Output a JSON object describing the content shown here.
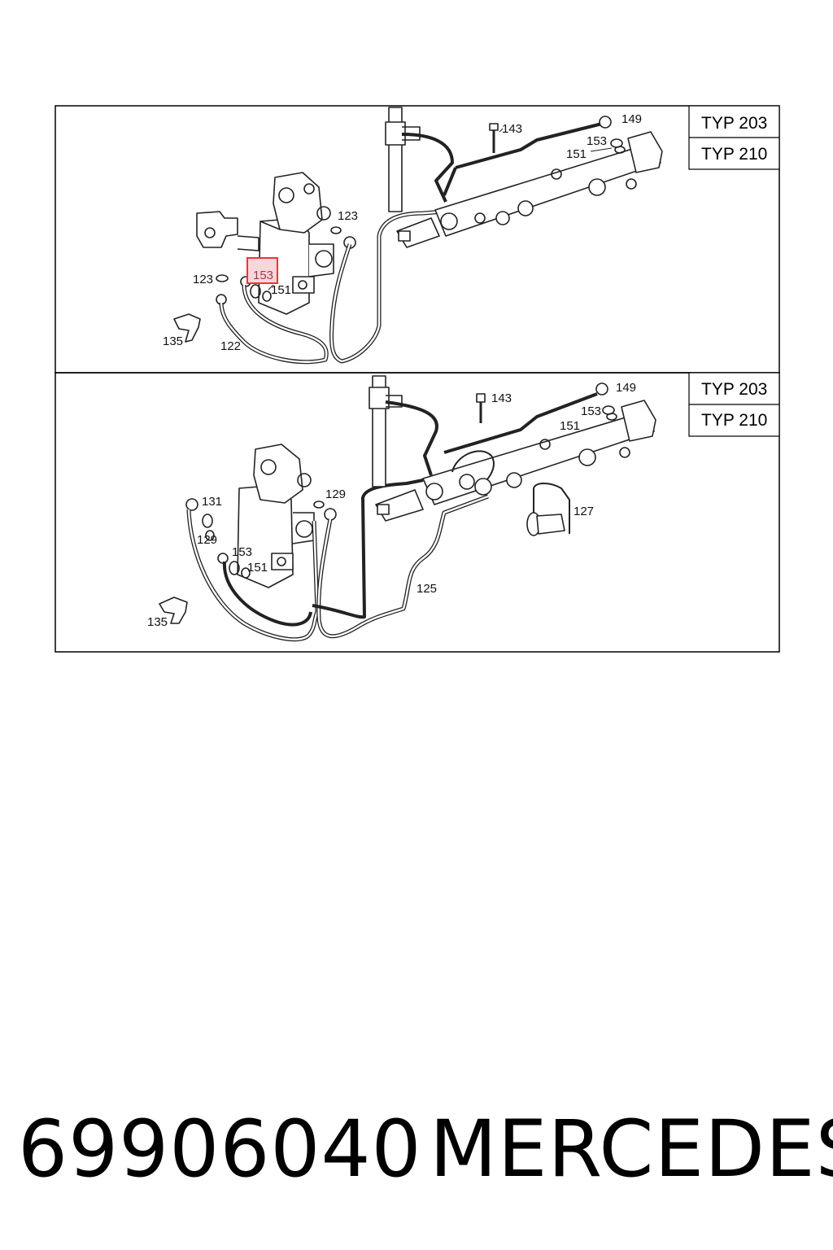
{
  "panels": [
    {
      "types": [
        "TYP 203",
        "TYP 210"
      ],
      "labels": [
        "143",
        "149",
        "153",
        "151",
        "123",
        "153",
        "123",
        "151",
        "135",
        "122"
      ]
    },
    {
      "types": [
        "TYP 203",
        "TYP 210"
      ],
      "labels": [
        "149",
        "143",
        "153",
        "151",
        "131",
        "129",
        "129",
        "153",
        "151",
        "127",
        "125",
        "135"
      ]
    }
  ],
  "highlight": {
    "label": "153",
    "color": "#e53935",
    "fill": "#f8d7da"
  },
  "footer": {
    "part_number": "69906040",
    "brand": "MERCEDES"
  }
}
